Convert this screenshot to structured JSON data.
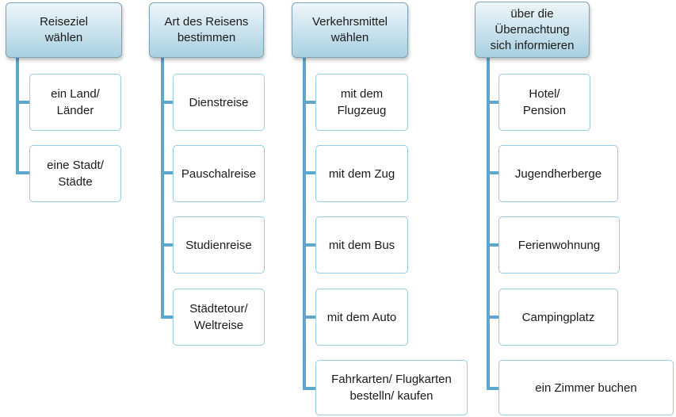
{
  "columns": [
    {
      "header": "Reiseziel\nwählen",
      "items": [
        "ein Land/\nLänder",
        "eine Stadt/\nStädte"
      ]
    },
    {
      "header": "Art des Reisens\nbestimmen",
      "items": [
        "Dienstreise",
        "Pauschalreise",
        "Studienreise",
        "Städtetour/\nWeltreise"
      ]
    },
    {
      "header": "Verkehrsmittel\nwählen",
      "items": [
        "mit dem\nFlugzeug",
        "mit dem Zug",
        "mit dem Bus",
        "mit dem Auto",
        "Fahrkarten/ Flugkarten\nbestelln/ kaufen"
      ]
    },
    {
      "header": "über die\nÜbernachtung\nsich informieren",
      "items": [
        "Hotel/\nPension",
        "Jugendherberge",
        "Ferienwohnung",
        "Campingplatz",
        "ein Zimmer buchen"
      ]
    }
  ]
}
